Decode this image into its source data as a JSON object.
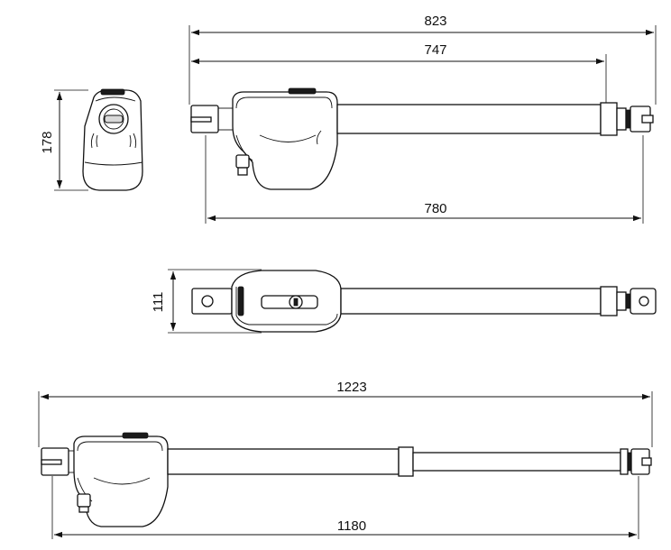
{
  "dimensions": {
    "side_top_overall": "823",
    "side_top_pins": "747",
    "side_top_bottom": "780",
    "end_height": "178",
    "top_view_height": "111",
    "side_bottom_extended": "1223",
    "side_bottom_pins": "1180"
  },
  "colors": {
    "line": "#111111",
    "background": "#ffffff"
  }
}
